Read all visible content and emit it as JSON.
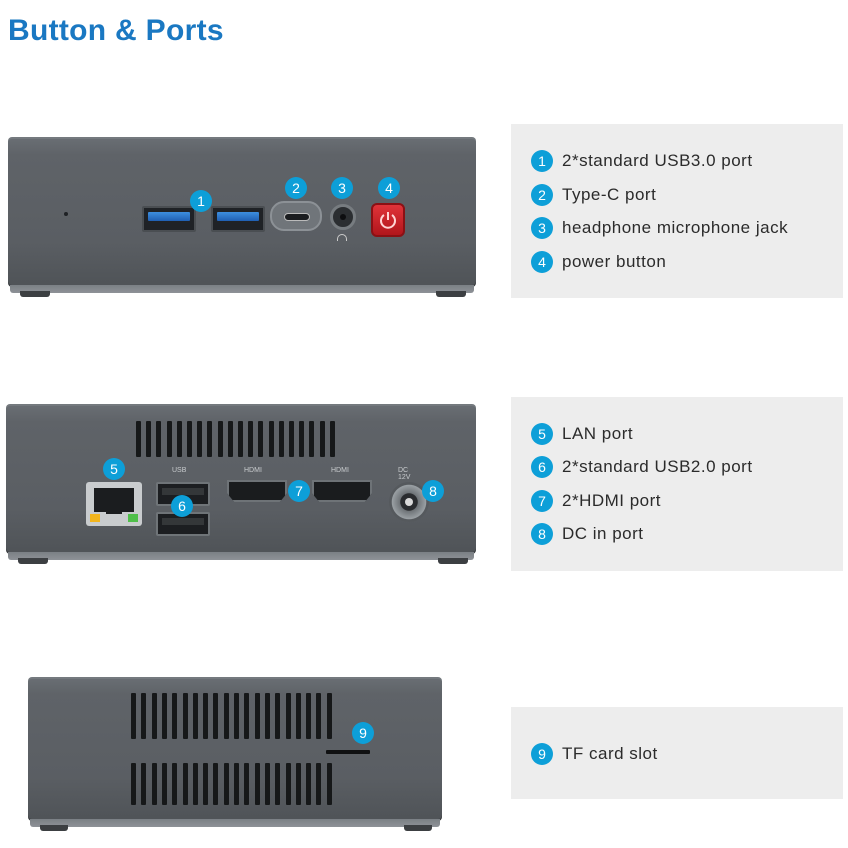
{
  "title": "Button & Ports",
  "colors": {
    "accent": "#0d9fd8",
    "title": "#1a78c2",
    "power": "#d32a30"
  },
  "front": {
    "markers": [
      "1",
      "2",
      "3",
      "4"
    ],
    "legend": [
      {
        "num": "1",
        "label": "2*standard USB3.0 port"
      },
      {
        "num": "2",
        "label": "Type-C port"
      },
      {
        "num": "3",
        "label": "headphone microphone jack"
      },
      {
        "num": "4",
        "label": "power button"
      }
    ]
  },
  "back": {
    "markers": [
      "5",
      "6",
      "7",
      "8"
    ],
    "port_labels": {
      "usb": "USB",
      "hdmi1": "HDMI",
      "hdmi2": "HDMI",
      "dc": "DC 12V"
    },
    "legend": [
      {
        "num": "5",
        "label": "LAN port"
      },
      {
        "num": "6",
        "label": "2*standard USB2.0 port"
      },
      {
        "num": "7",
        "label": "2*HDMI port"
      },
      {
        "num": "8",
        "label": "DC in port"
      }
    ]
  },
  "side": {
    "markers": [
      "9"
    ],
    "legend": [
      {
        "num": "9",
        "label": "TF card slot"
      }
    ]
  }
}
